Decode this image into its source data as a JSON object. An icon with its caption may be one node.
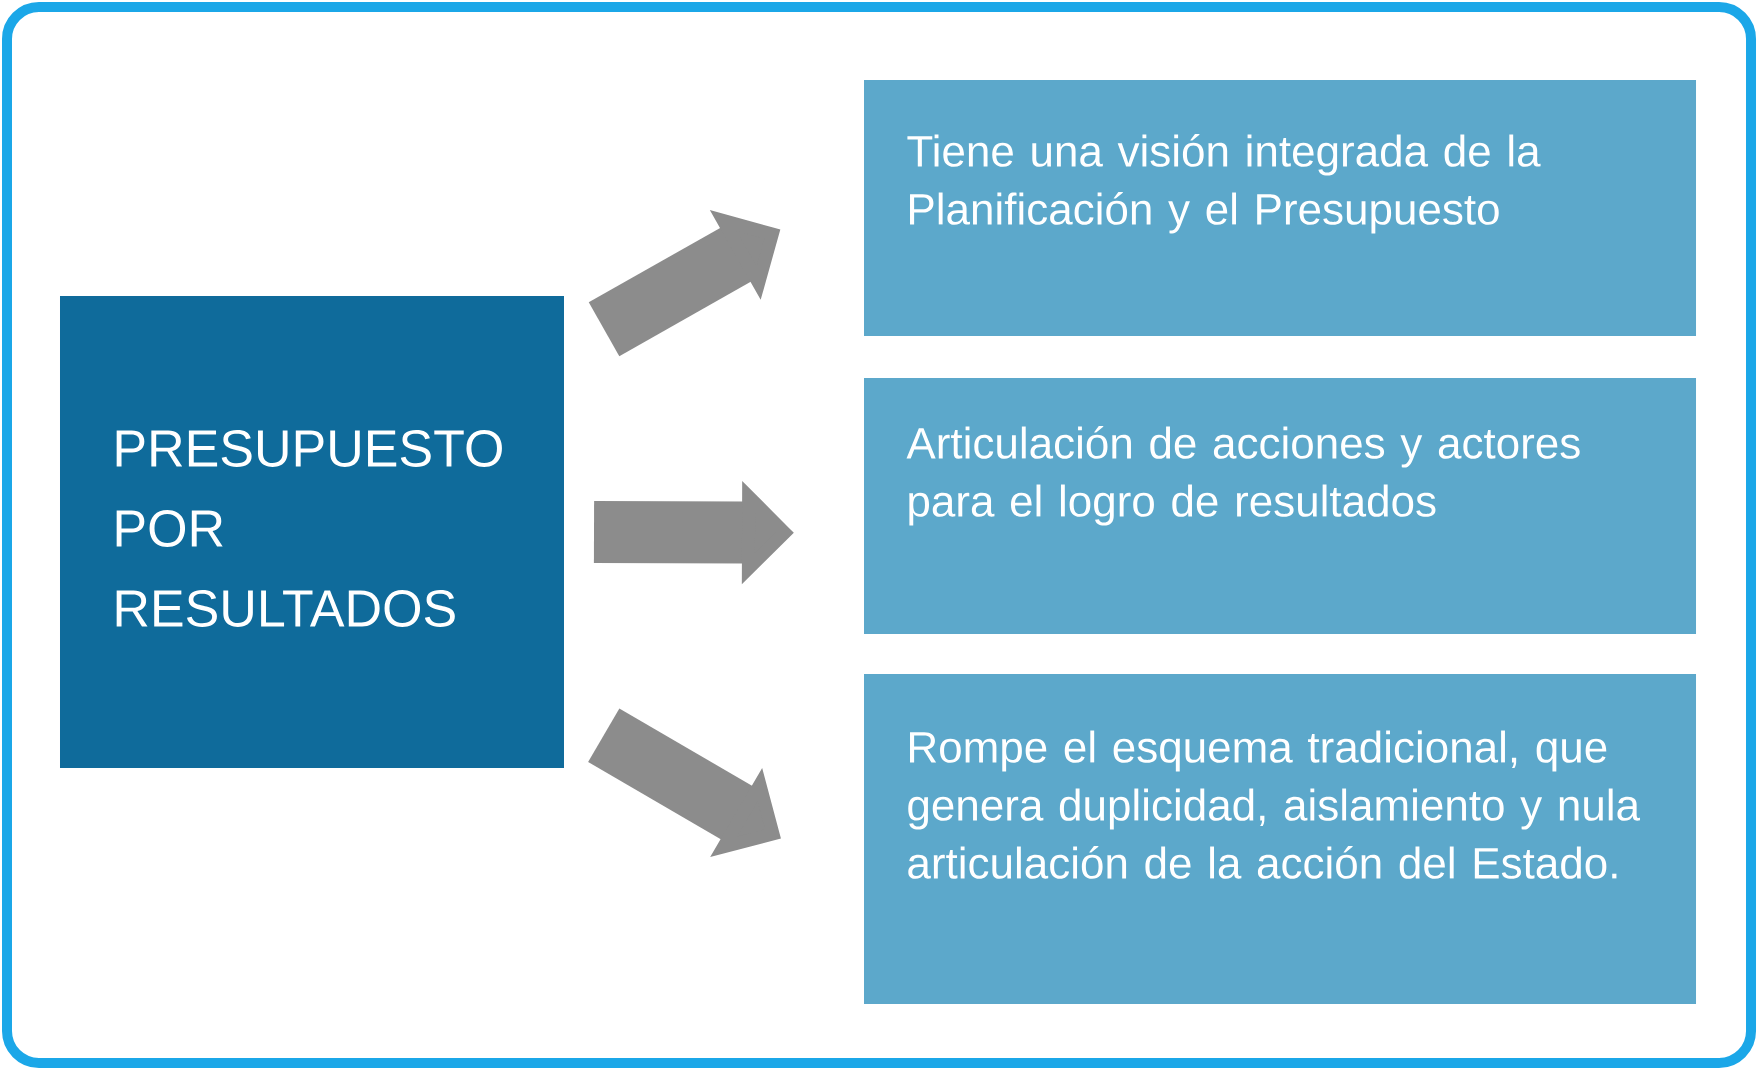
{
  "diagram": {
    "nodes": [
      {
        "text": [
          "PRESUPUESTO POR RESULTADOS"
        ]
      },
      {
        "text": [
          "Tiene una visión integrada de la Planificación y el Presupuesto"
        ]
      },
      {
        "text": [
          "Articulación de acciones y actores para el logro de resultados"
        ]
      },
      {
        "text": [
          "Rompe el esquema tradicional, que genera duplicidad, aislamiento y nula articulación de la acción del Estado."
        ]
      }
    ],
    "edges": [
      {
        "from": 0,
        "to": 1,
        "arrow": "to"
      },
      {
        "from": 0,
        "to": 2,
        "arrow": "to"
      },
      {
        "from": 0,
        "to": 3,
        "arrow": "to"
      }
    ]
  }
}
